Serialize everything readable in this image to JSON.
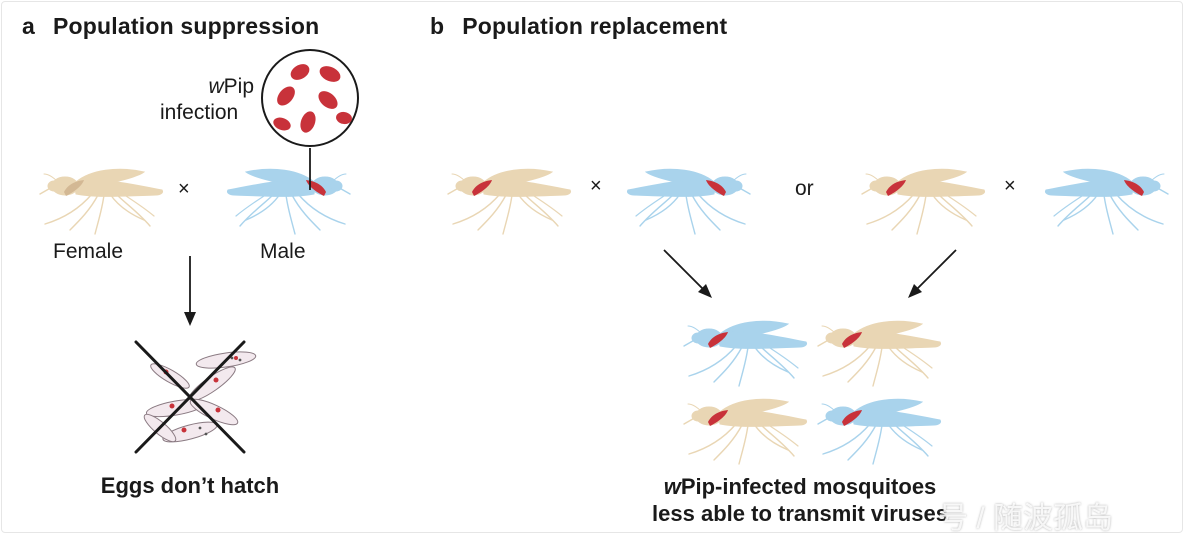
{
  "panel_a": {
    "letter": "a",
    "title": "Population suppression",
    "infection_label_italic": "w",
    "infection_label_rest": "Pip",
    "infection_label_line2": "infection",
    "cross_symbol": "×",
    "female_label": "Female",
    "male_label": "Male",
    "result_label": "Eggs don’t hatch"
  },
  "panel_b": {
    "letter": "b",
    "title": "Population replacement",
    "cross_symbol": "×",
    "or_label": "or",
    "result_italic": "w",
    "result_line1_rest": "Pip-infected mosquitoes",
    "result_line2": "less able to transmit viruses"
  },
  "watermark": "号 / 随波孤岛",
  "colors": {
    "female_body": "#e9d6b4",
    "male_body": "#a9d3ec",
    "infection_red": "#c8323a",
    "ink": "#1a1a1a"
  }
}
